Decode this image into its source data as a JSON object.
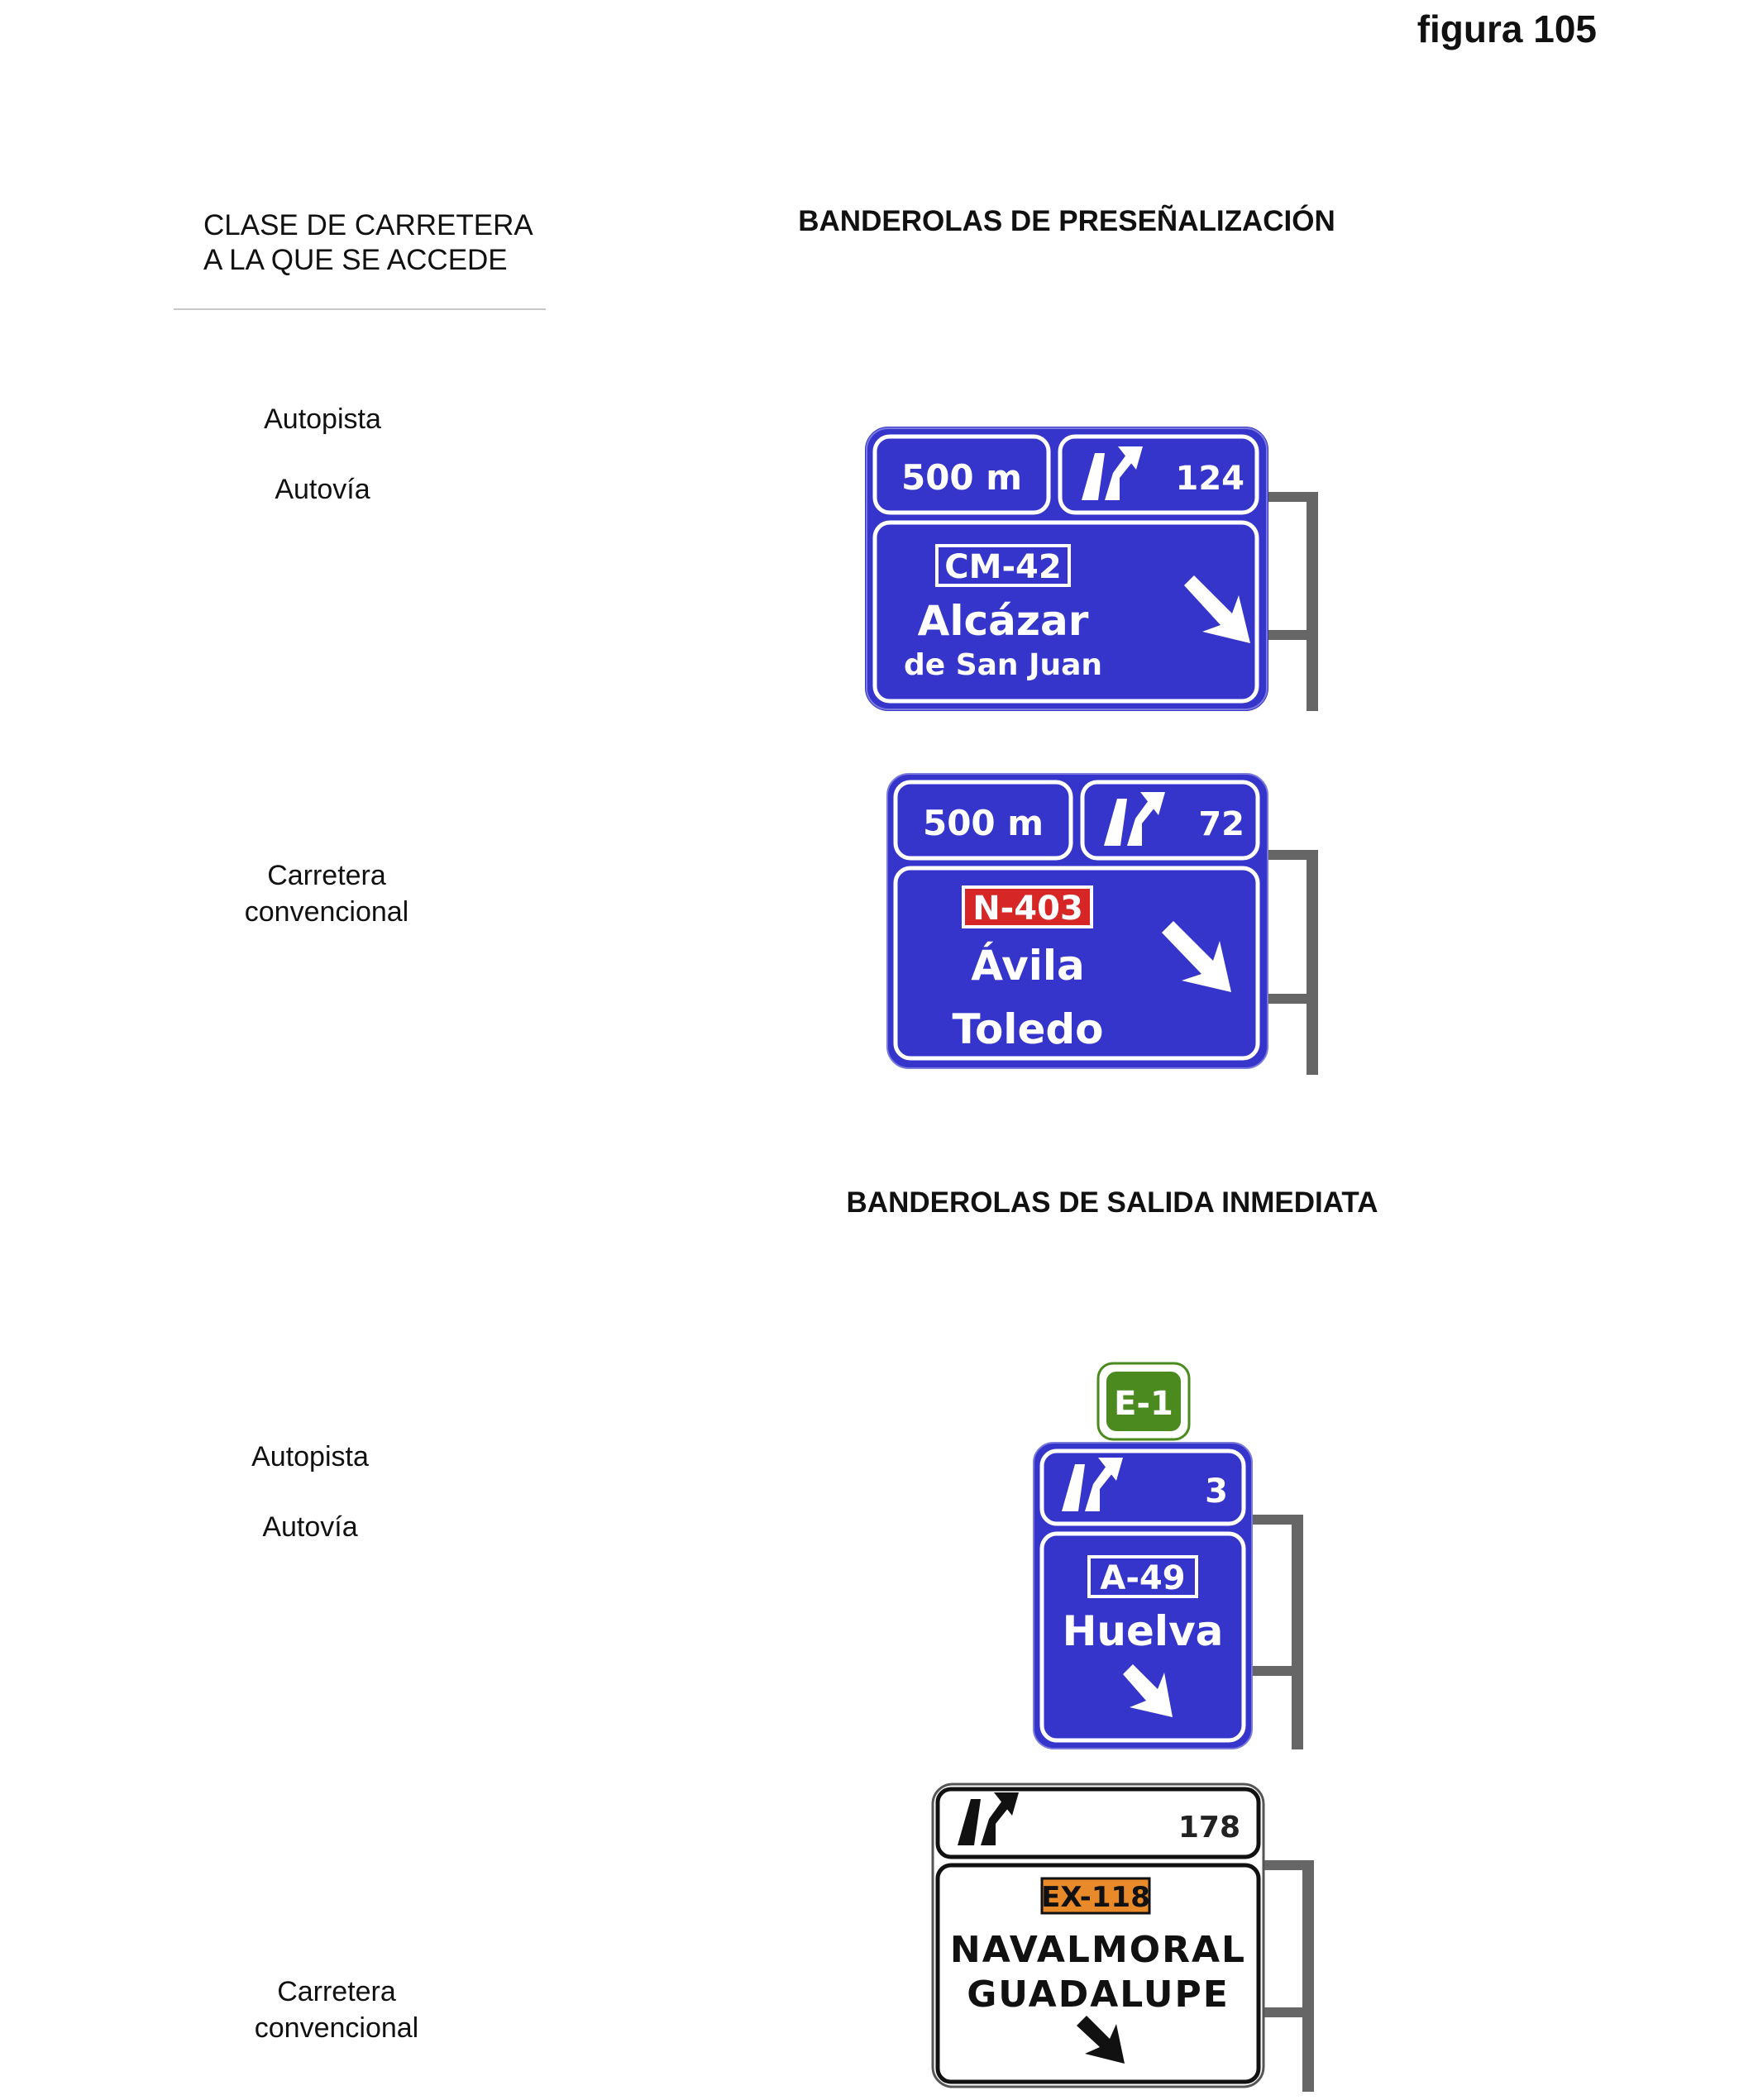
{
  "figure_label": "figura 105",
  "column_header": {
    "line1": "CLASE DE CARRETERA",
    "line2": "A LA QUE SE ACCEDE"
  },
  "sections": {
    "preseñalizacion": {
      "title": "BANDEROLAS DE PRESEÑALIZACIÓN"
    },
    "salida_inmediata": {
      "title": "BANDEROLAS DE SALIDA INMEDIATA"
    }
  },
  "labels": {
    "pre_autopista": "Autopista",
    "pre_autovia": "Autovía",
    "pre_conv_1": "Carretera",
    "pre_conv_2": "convencional",
    "sal_autopista": "Autopista",
    "sal_autovia": "Autovía",
    "sal_conv_1": "Carretera",
    "sal_conv_2": "convencional"
  },
  "signs": {
    "sign1": {
      "distance": "500 m",
      "exit_number": "124",
      "road": "CM-42",
      "dest1": "Alcázar",
      "dest2": "de San Juan",
      "color": "#3333cc"
    },
    "sign2": {
      "distance": "500 m",
      "exit_number": "72",
      "road": "N-403",
      "road_color": "#d62626",
      "dest1": "Ávila",
      "dest2": "Toledo",
      "color": "#3333cc"
    },
    "sign3": {
      "euro_route": "E-1",
      "euro_color": "#4a8a1e",
      "exit_number": "3",
      "road": "A-49",
      "dest1": "Huelva",
      "color": "#3333cc"
    },
    "sign4": {
      "exit_number": "178",
      "road": "EX-118",
      "road_color": "#e88a2a",
      "dest1": "NAVALMORAL",
      "dest2": "GUADALUPE",
      "color": "#ffffff"
    }
  }
}
